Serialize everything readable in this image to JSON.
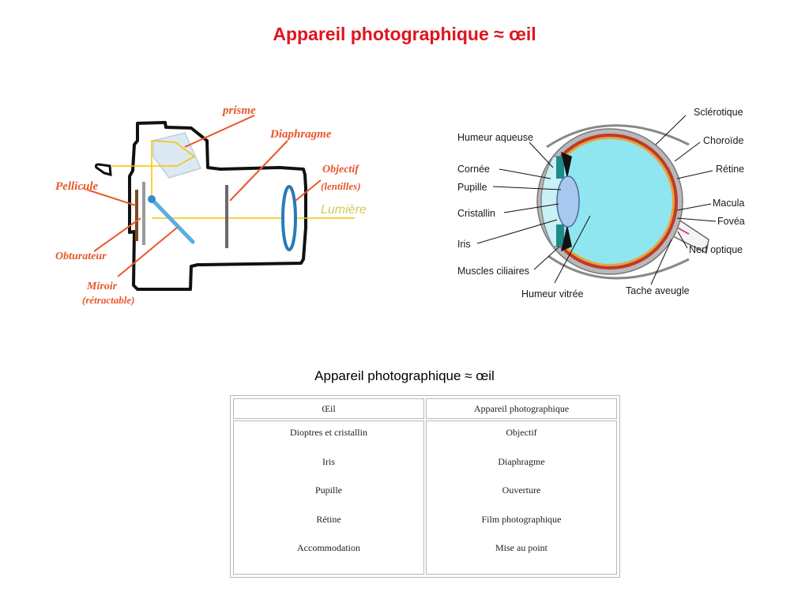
{
  "slide": {
    "title": "Appareil photographique ≈ œil",
    "caption": "Appareil photographique ≈ œil"
  },
  "camera_diagram": {
    "labels": {
      "prisme": "prisme",
      "diaphragme": "Diaphragme",
      "objectif": "Objectif",
      "lentilles": "(lentilles)",
      "pellicule": "Pellicule",
      "obturateur": "Obturateur",
      "miroir": "Miroir",
      "retractable": "(rétractable)",
      "lumiere": "Lumière"
    },
    "colors": {
      "label": "#e8572a",
      "light_ray": "#f2c300",
      "lens": "#2a7ab8",
      "mirror": "#5aaee0"
    }
  },
  "eye_diagram": {
    "labels": {
      "humeur_aqueuse": "Humeur aqueuse",
      "cornee": "Cornée",
      "pupille": "Pupille",
      "cristallin": "Cristallin",
      "iris": "Iris",
      "muscles_ciliaires": "Muscles ciliaires",
      "humeur_vitree": "Humeur vitrée",
      "tache_aveugle": "Tache aveugle",
      "sclerotique": "Sclérotique",
      "choroide": "Choroïde",
      "retine": "Rétine",
      "macula": "Macula",
      "fovea": "Fovéa",
      "nerf_optique": "Nerf optique"
    },
    "colors": {
      "vitreous": "#8fe6f0",
      "lens": "#a8c8f0",
      "choroid": "#c0392b",
      "sclera": "#8a8a8a"
    }
  },
  "comparison_table": {
    "headers": [
      "Œil",
      "Appareil photographique"
    ],
    "rows": [
      [
        "Dioptres et cristallin",
        "Objectif"
      ],
      [
        "Iris",
        "Diaphragme"
      ],
      [
        "Pupille",
        "Ouverture"
      ],
      [
        "Rétine",
        "Film photographique"
      ],
      [
        "Accommodation",
        "Mise au point"
      ]
    ]
  }
}
